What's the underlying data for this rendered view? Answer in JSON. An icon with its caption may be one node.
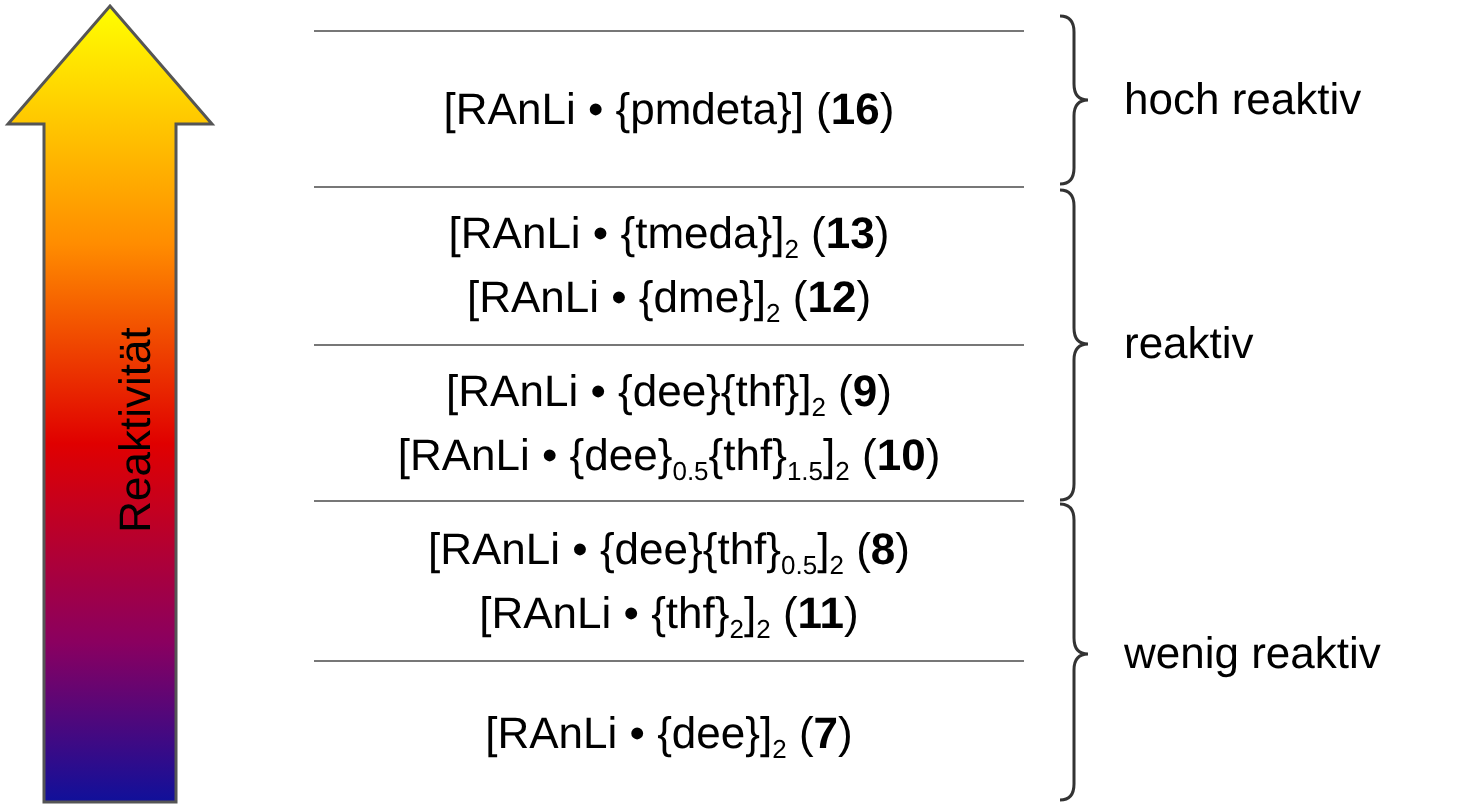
{
  "diagram": {
    "nodes": [
      {
        "text": [
          "Reaktivität"
        ]
      },
      {
        "text": [
          "[RAnLi • {pmdeta}] (**16**)"
        ]
      },
      {
        "text": [
          "[RAnLi • {tmeda}]$_{2}$ (**13**)",
          "[RAnLi • {dme}]$_{2}$ (**12**)"
        ]
      },
      {
        "text": [
          "[RAnLi • {dee}{thf}]$_{2}$ (**9**)",
          "[RAnLi • {dee}$_{0.5}${thf}$_{1.5}$]$_{2}$ (**10**)"
        ]
      },
      {
        "text": [
          "[RAnLi • {dee}{thf}$_{0.5}$]$_{2}$ (**8**)",
          "[RAnLi • {thf}$_{2}$]$_{2}$ (**11**)"
        ]
      },
      {
        "text": [
          "[RAnLi • {dee}]$_{2}$ (**7**)"
        ]
      }
    ],
    "labels": [
      "hoch reaktiv",
      "reaktiv",
      "wenig reaktiv"
    ]
  }
}
